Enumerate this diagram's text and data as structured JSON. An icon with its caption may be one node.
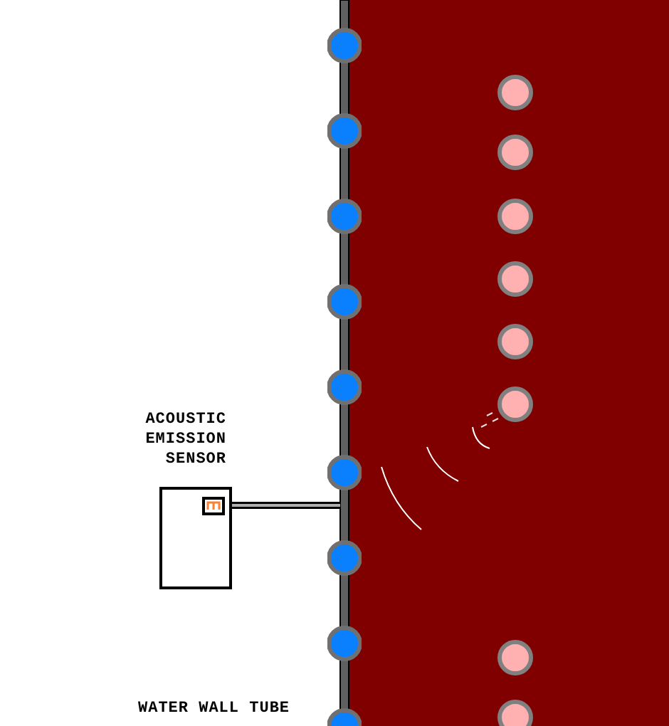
{
  "diagram": {
    "nodes": [
      {
        "text": [
          "ACOUSTIC EMISSION SENSOR"
        ]
      },
      {
        "text": [],
        "shape": "bar"
      }
    ],
    "edges": [
      {
        "from": 0,
        "to": 1,
        "arrow": "none"
      }
    ],
    "labels": [
      "WATER WALL TUBE"
    ]
  }
}
